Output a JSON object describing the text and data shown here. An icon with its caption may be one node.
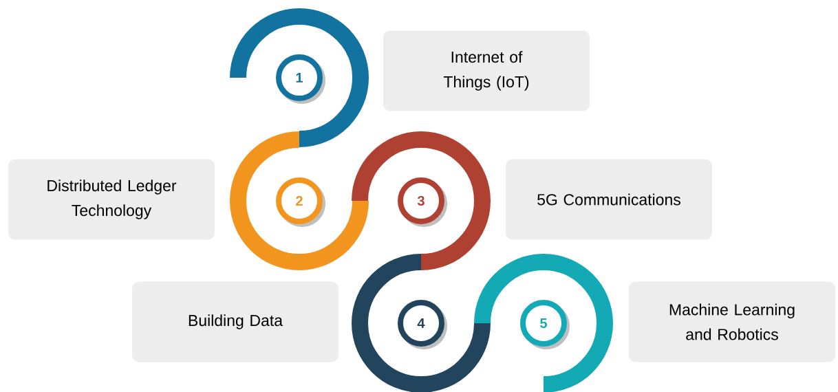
{
  "diagram": {
    "nodes": [
      {
        "text": [
          "1"
        ]
      },
      {
        "text": [
          "Internet of Things (IoT)"
        ]
      },
      {
        "text": [
          "Distributed Ledger Technology"
        ]
      },
      {
        "text": [
          "2"
        ]
      },
      {
        "text": [
          "3"
        ]
      },
      {
        "text": [
          "5G Communications"
        ]
      },
      {
        "text": [
          "Building Data"
        ]
      },
      {
        "text": [
          "4"
        ]
      },
      {
        "text": [
          "5"
        ]
      },
      {
        "text": [
          "Machine Learning and Robotics"
        ]
      }
    ]
  }
}
